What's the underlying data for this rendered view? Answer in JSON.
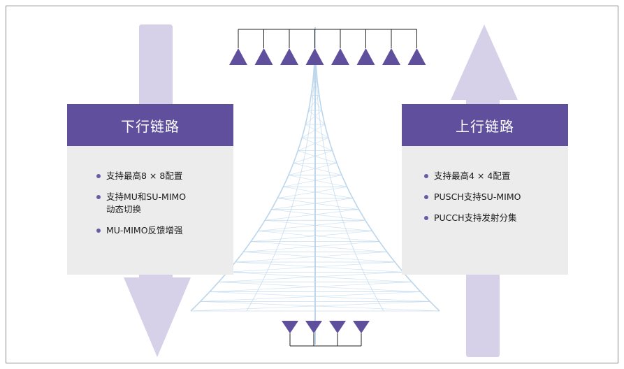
{
  "colors": {
    "panel_header": "#5f4f9c",
    "panel_body": "#ececec",
    "arrow": "#d6d1e8",
    "antenna": "#5f4f9c",
    "tower": "#bcd6ec"
  },
  "downlink": {
    "title": "下行链路",
    "bullets": [
      {
        "text": "支持最高8 × 8配置"
      },
      {
        "text": "支持MU和SU-MIMO\n动态切换"
      },
      {
        "text": "MU-MIMO反馈增强"
      }
    ]
  },
  "uplink": {
    "title": "上行链路",
    "bullets": [
      {
        "text": "支持最高4 × 4配置"
      },
      {
        "text": "PUSCH支持SU-MIMO"
      },
      {
        "text": "PUCCH支持发射分集"
      }
    ]
  },
  "antennas": {
    "top_count": 8,
    "bottom_count": 4
  }
}
